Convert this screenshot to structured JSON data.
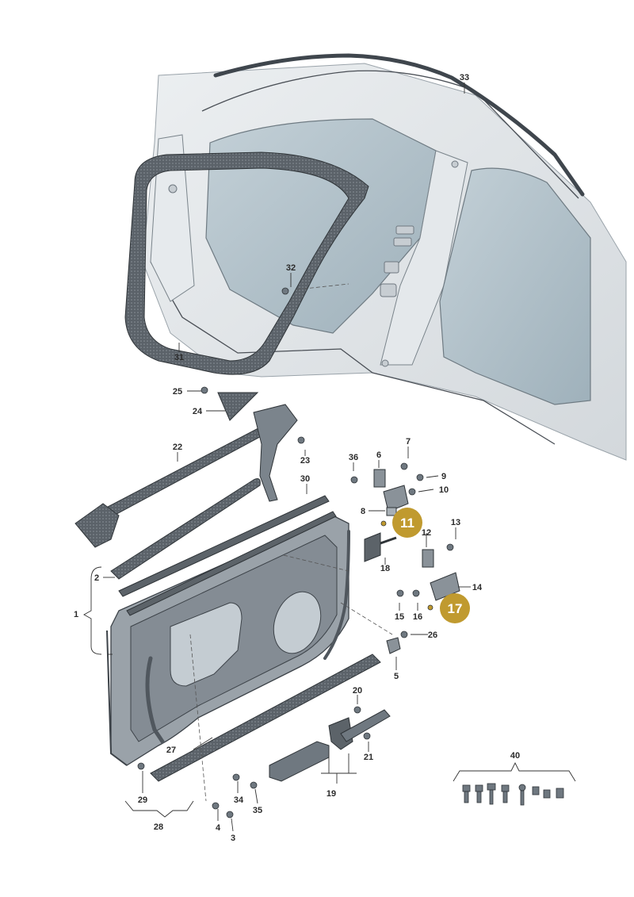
{
  "diagram": {
    "part_labels": {
      "p1": "1",
      "p2": "2",
      "p3": "3",
      "p4": "4",
      "p5": "5",
      "p6": "6",
      "p7": "7",
      "p8": "8",
      "p9": "9",
      "p10": "10",
      "p12": "12",
      "p13": "13",
      "p14": "14",
      "p15": "15",
      "p16": "16",
      "p18": "18",
      "p19": "19",
      "p20": "20",
      "p21": "21",
      "p22": "22",
      "p23": "23",
      "p24": "24",
      "p25": "25",
      "p26": "26",
      "p27": "27",
      "p28": "28",
      "p29": "29",
      "p30": "30",
      "p31": "31",
      "p32": "32",
      "p33": "33",
      "p34": "34",
      "p35": "35",
      "p36": "36",
      "p40": "40"
    },
    "highlight_labels": {
      "h11": "11",
      "h17": "17"
    },
    "colors": {
      "body_fill": "#dfe3e6",
      "glass_fill": "#aebfc8",
      "seal_fill": "#4e555c",
      "part_fill": "#7b848c",
      "highlight_badge": "#c09a2f"
    }
  }
}
